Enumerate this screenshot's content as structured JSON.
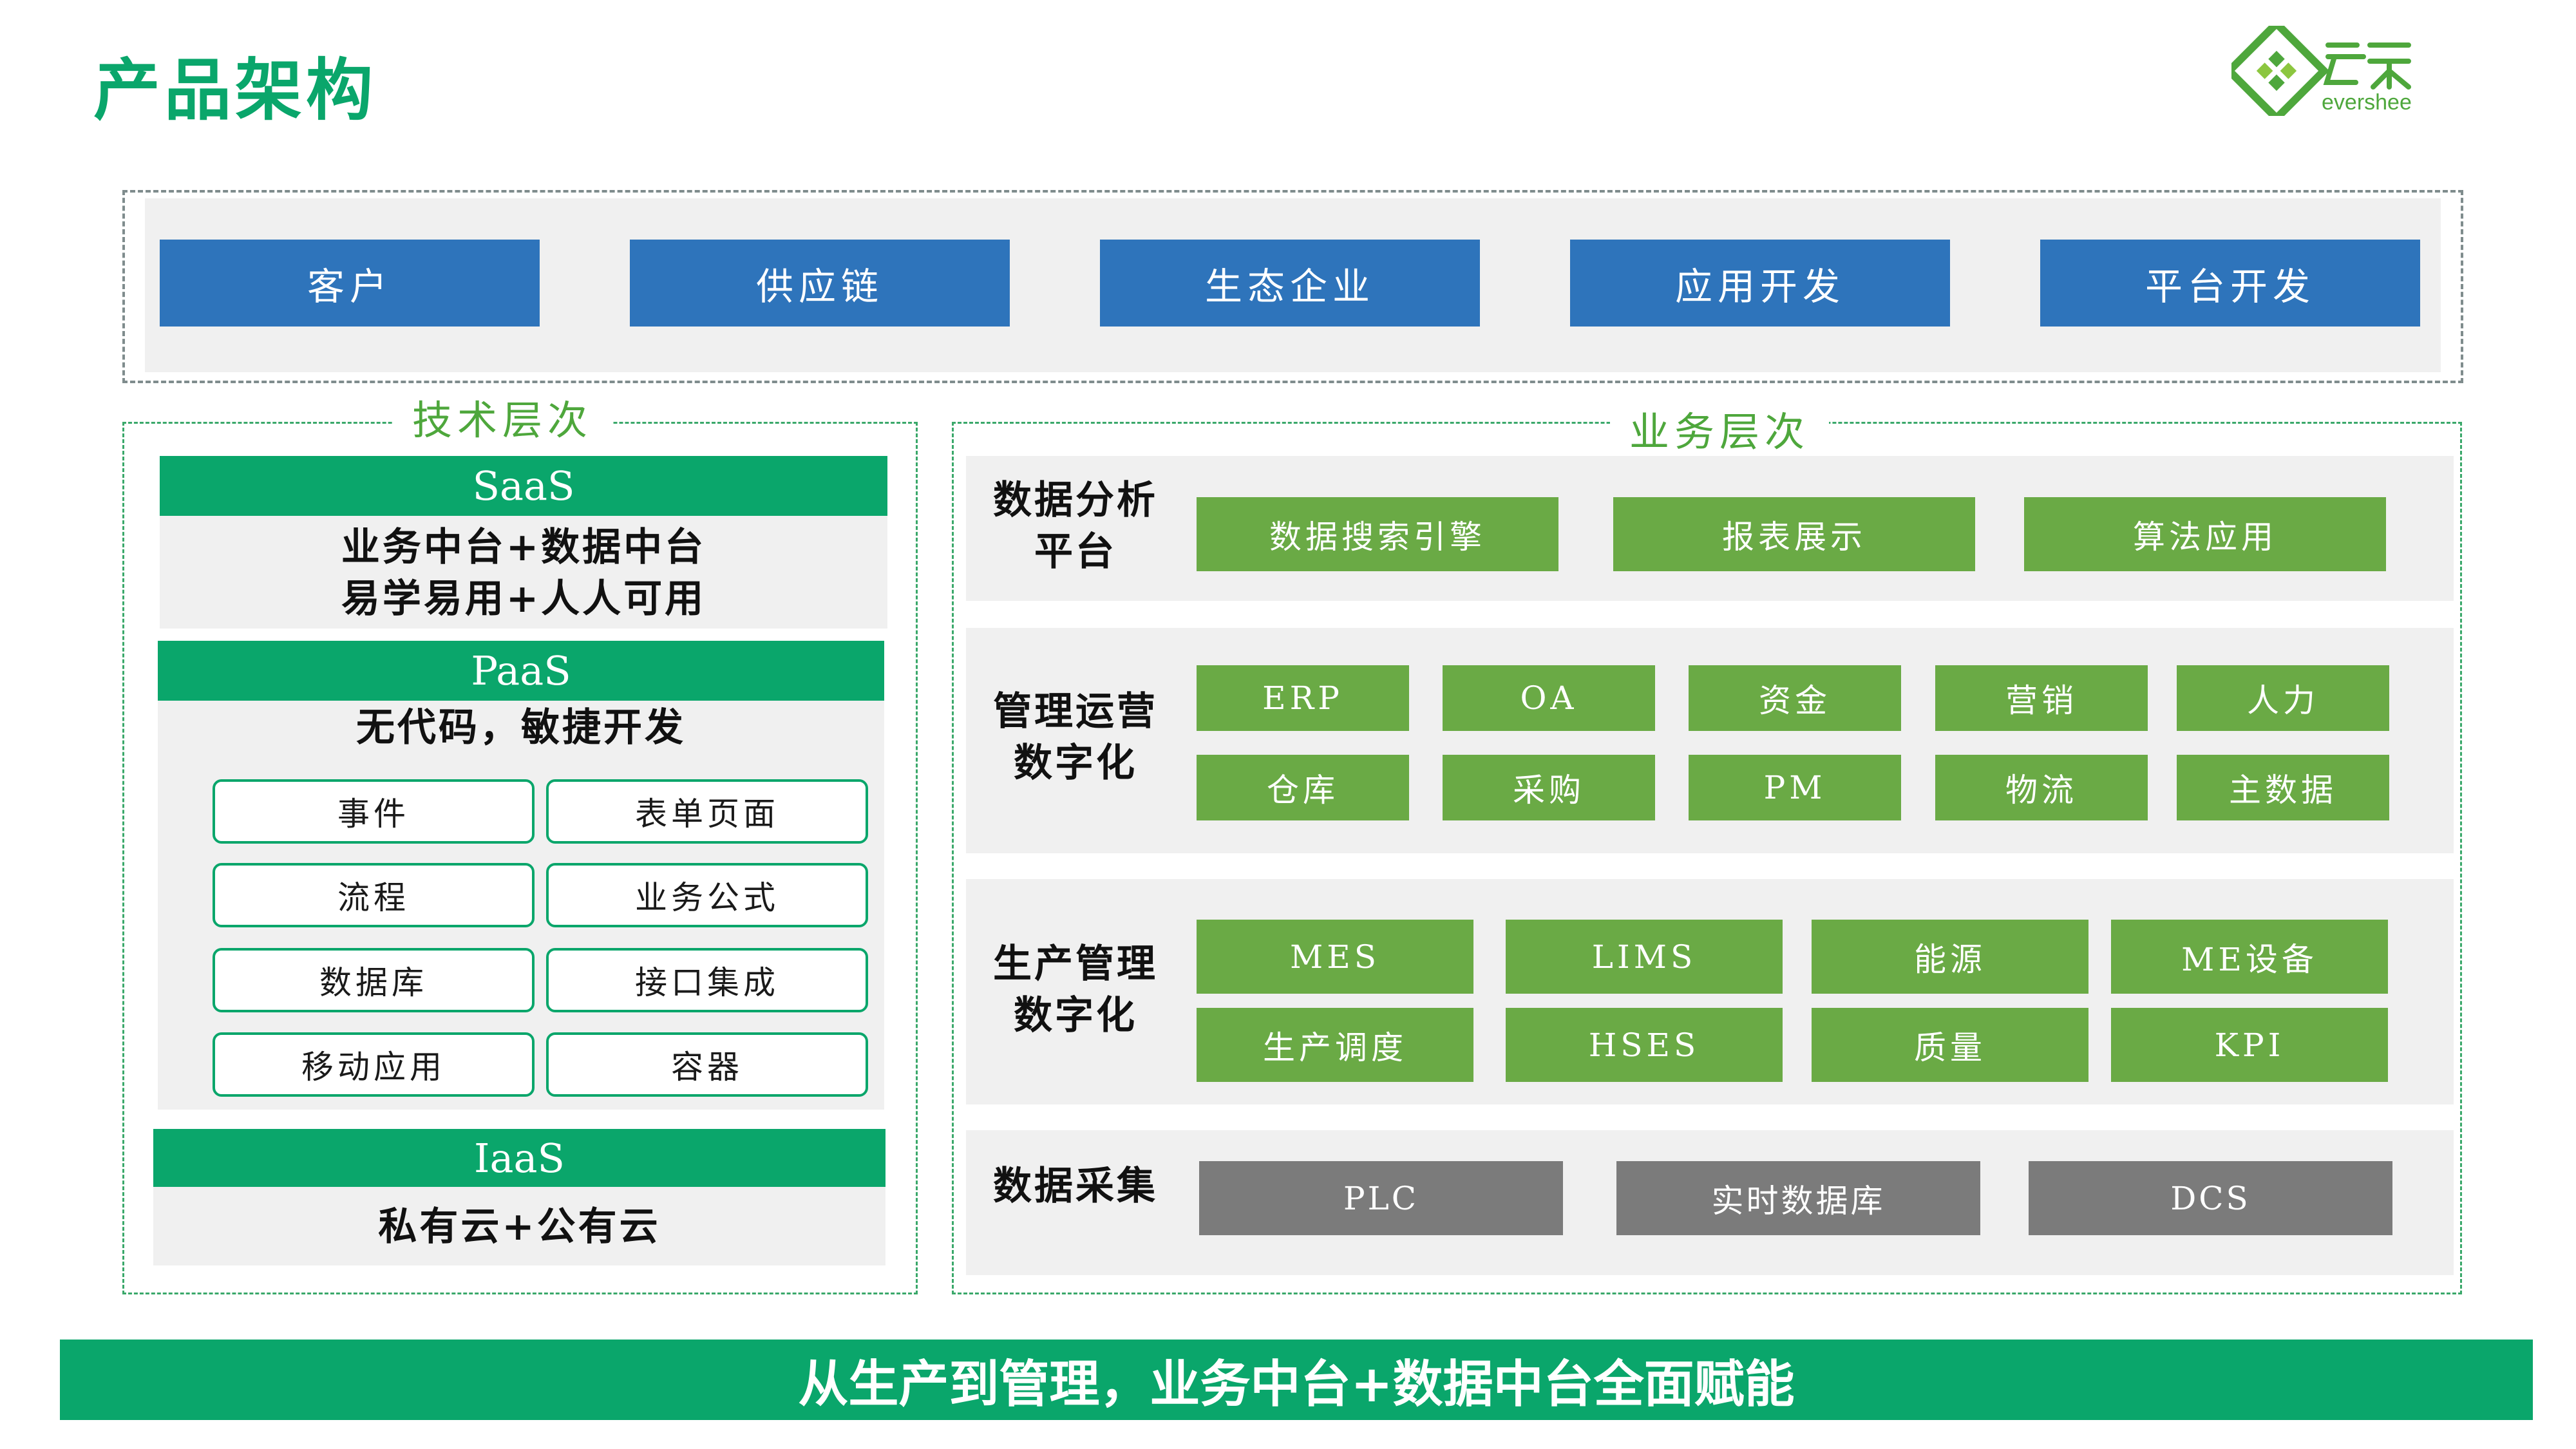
{
  "page": {
    "title": "产品架构"
  },
  "brand": {
    "name": "evershee",
    "accent": "#0aa66b",
    "blue": "#2e74bb",
    "green": "#6aaa45",
    "gray": "#7b7b7b"
  },
  "top_row": [
    "客户",
    "供应链",
    "生态企业",
    "应用开发",
    "平台开发"
  ],
  "tech": {
    "label": "技术层次",
    "saas": {
      "header": "SaaS",
      "line1": "业务中台+数据中台",
      "line2": "易学易用+人人可用"
    },
    "paas": {
      "header": "PaaS",
      "desc": "无代码，敏捷开发",
      "items": [
        "事件",
        "表单页面",
        "流程",
        "业务公式",
        "数据库",
        "接口集成",
        "移动应用",
        "容器"
      ]
    },
    "iaas": {
      "header": "IaaS",
      "desc": "私有云+公有云"
    }
  },
  "biz": {
    "label": "业务层次",
    "analysis": {
      "label_line1": "数据分析",
      "label_line2": "平台",
      "items": [
        "数据搜索引擎",
        "报表展示",
        "算法应用"
      ]
    },
    "ops": {
      "label_line1": "管理运营",
      "label_line2": "数字化",
      "row1": [
        "ERP",
        "OA",
        "资金",
        "营销",
        "人力"
      ],
      "row2": [
        "仓库",
        "采购",
        "PM",
        "物流",
        "主数据"
      ]
    },
    "prod": {
      "label_line1": "生产管理",
      "label_line2": "数字化",
      "row1": [
        "MES",
        "LIMS",
        "能源",
        "ME设备"
      ],
      "row2": [
        "生产调度",
        "HSES",
        "质量",
        "KPI"
      ]
    },
    "collect": {
      "label": "数据采集",
      "items": [
        "PLC",
        "实时数据库",
        "DCS"
      ]
    }
  },
  "banner": "从生产到管理，业务中台+数据中台全面赋能"
}
